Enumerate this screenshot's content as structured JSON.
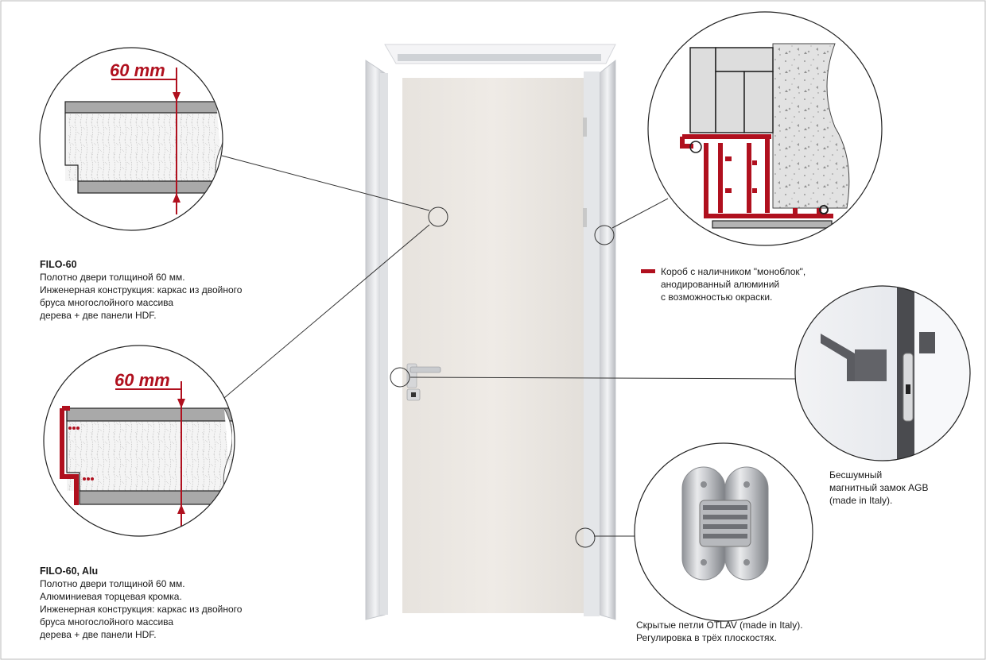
{
  "filo60": {
    "dimension": "60 mm",
    "title": "FILO-60",
    "lines": [
      "Полотно двери толщиной 60 мм.",
      "Инженерная конструкция: каркас из двойного",
      "бруса многослойного массива",
      "дерева + две панели HDF."
    ]
  },
  "filo60alu": {
    "dimension": "60 mm",
    "title": "FILO-60, Alu",
    "lines": [
      "Полотно двери толщиной 60 мм.",
      "Алюминиевая торцевая кромка.",
      "Инженерная конструкция: каркас из двойного",
      "бруса многослойного массива",
      "дерева + две панели HDF."
    ]
  },
  "frame": {
    "lines": [
      "Короб с наличником \"моноблок\",",
      "анодированный алюминий",
      "с возможностью окраски."
    ]
  },
  "lock": {
    "lines": [
      "Бесшумный",
      "магнитный замок AGB",
      "(made in Italy)."
    ]
  },
  "hinges": {
    "lines": [
      "Скрытые петли OTLAV (made in Italy).",
      "Регулировка в трёх плоскостях."
    ]
  },
  "colors": {
    "accent": "#b0101e",
    "outline": "#222222",
    "panel_gray": "#a9a9a9",
    "door": "#eae6e1"
  }
}
